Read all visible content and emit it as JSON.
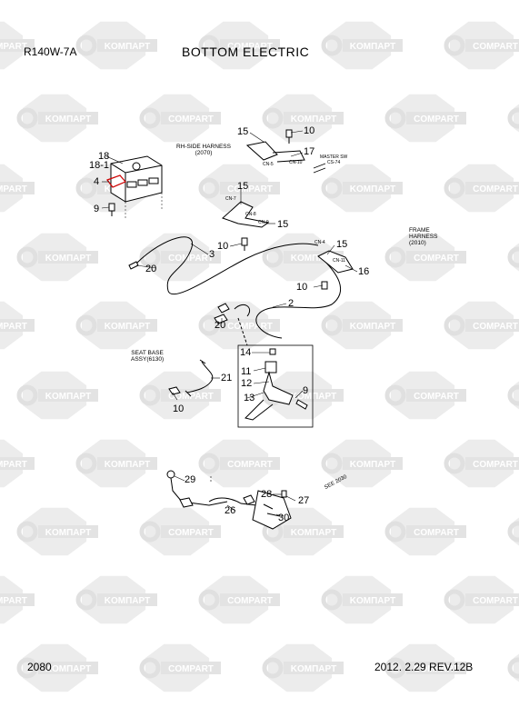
{
  "header": {
    "model": "R140W-7A",
    "title": "BOTTOM ELECTRIC"
  },
  "footer": {
    "page": "2080",
    "revision": "2012. 2.29  REV.12B"
  },
  "watermark": {
    "text_a": "COMPART",
    "text_b": "KOMПAPT"
  },
  "diagram": {
    "labels": {
      "rh_side_harness": [
        "RH-SIDE HARNESS",
        "(2070)"
      ],
      "master_sw": [
        "MASTER SW",
        "CS-74"
      ],
      "frame_harness": [
        "FRAME",
        "HARNESS",
        "(2010)"
      ],
      "seat_base": [
        "SEAT BASE",
        "ASSY(6130)"
      ],
      "see_2030": "SEE 2030"
    },
    "connectors": [
      "CN-5",
      "CN-10",
      "CN-7",
      "CN-8",
      "CN-9",
      "CN-4",
      "CN-11"
    ],
    "callouts": [
      {
        "id": "c15a",
        "text": "15"
      },
      {
        "id": "c10a",
        "text": "10"
      },
      {
        "id": "c17",
        "text": "17"
      },
      {
        "id": "c18",
        "text": "18"
      },
      {
        "id": "c18_1",
        "text": "18-1"
      },
      {
        "id": "c4",
        "text": "4"
      },
      {
        "id": "c9a",
        "text": "9"
      },
      {
        "id": "c15b",
        "text": "15"
      },
      {
        "id": "c15c",
        "text": "15"
      },
      {
        "id": "c10b",
        "text": "10"
      },
      {
        "id": "c3",
        "text": "3"
      },
      {
        "id": "c20a",
        "text": "20"
      },
      {
        "id": "c15d",
        "text": "15"
      },
      {
        "id": "c16",
        "text": "16"
      },
      {
        "id": "c10c",
        "text": "10"
      },
      {
        "id": "c2",
        "text": "2"
      },
      {
        "id": "c20b",
        "text": "20"
      },
      {
        "id": "c14",
        "text": "14"
      },
      {
        "id": "c21",
        "text": "21"
      },
      {
        "id": "c11",
        "text": "11"
      },
      {
        "id": "c12",
        "text": "12"
      },
      {
        "id": "c13",
        "text": "13"
      },
      {
        "id": "c9b",
        "text": "9"
      },
      {
        "id": "c10d",
        "text": "10"
      },
      {
        "id": "c29",
        "text": "29"
      },
      {
        "id": "c28",
        "text": "28"
      },
      {
        "id": "c27",
        "text": "27"
      },
      {
        "id": "c26",
        "text": "26"
      },
      {
        "id": "c30",
        "text": "30"
      }
    ]
  }
}
